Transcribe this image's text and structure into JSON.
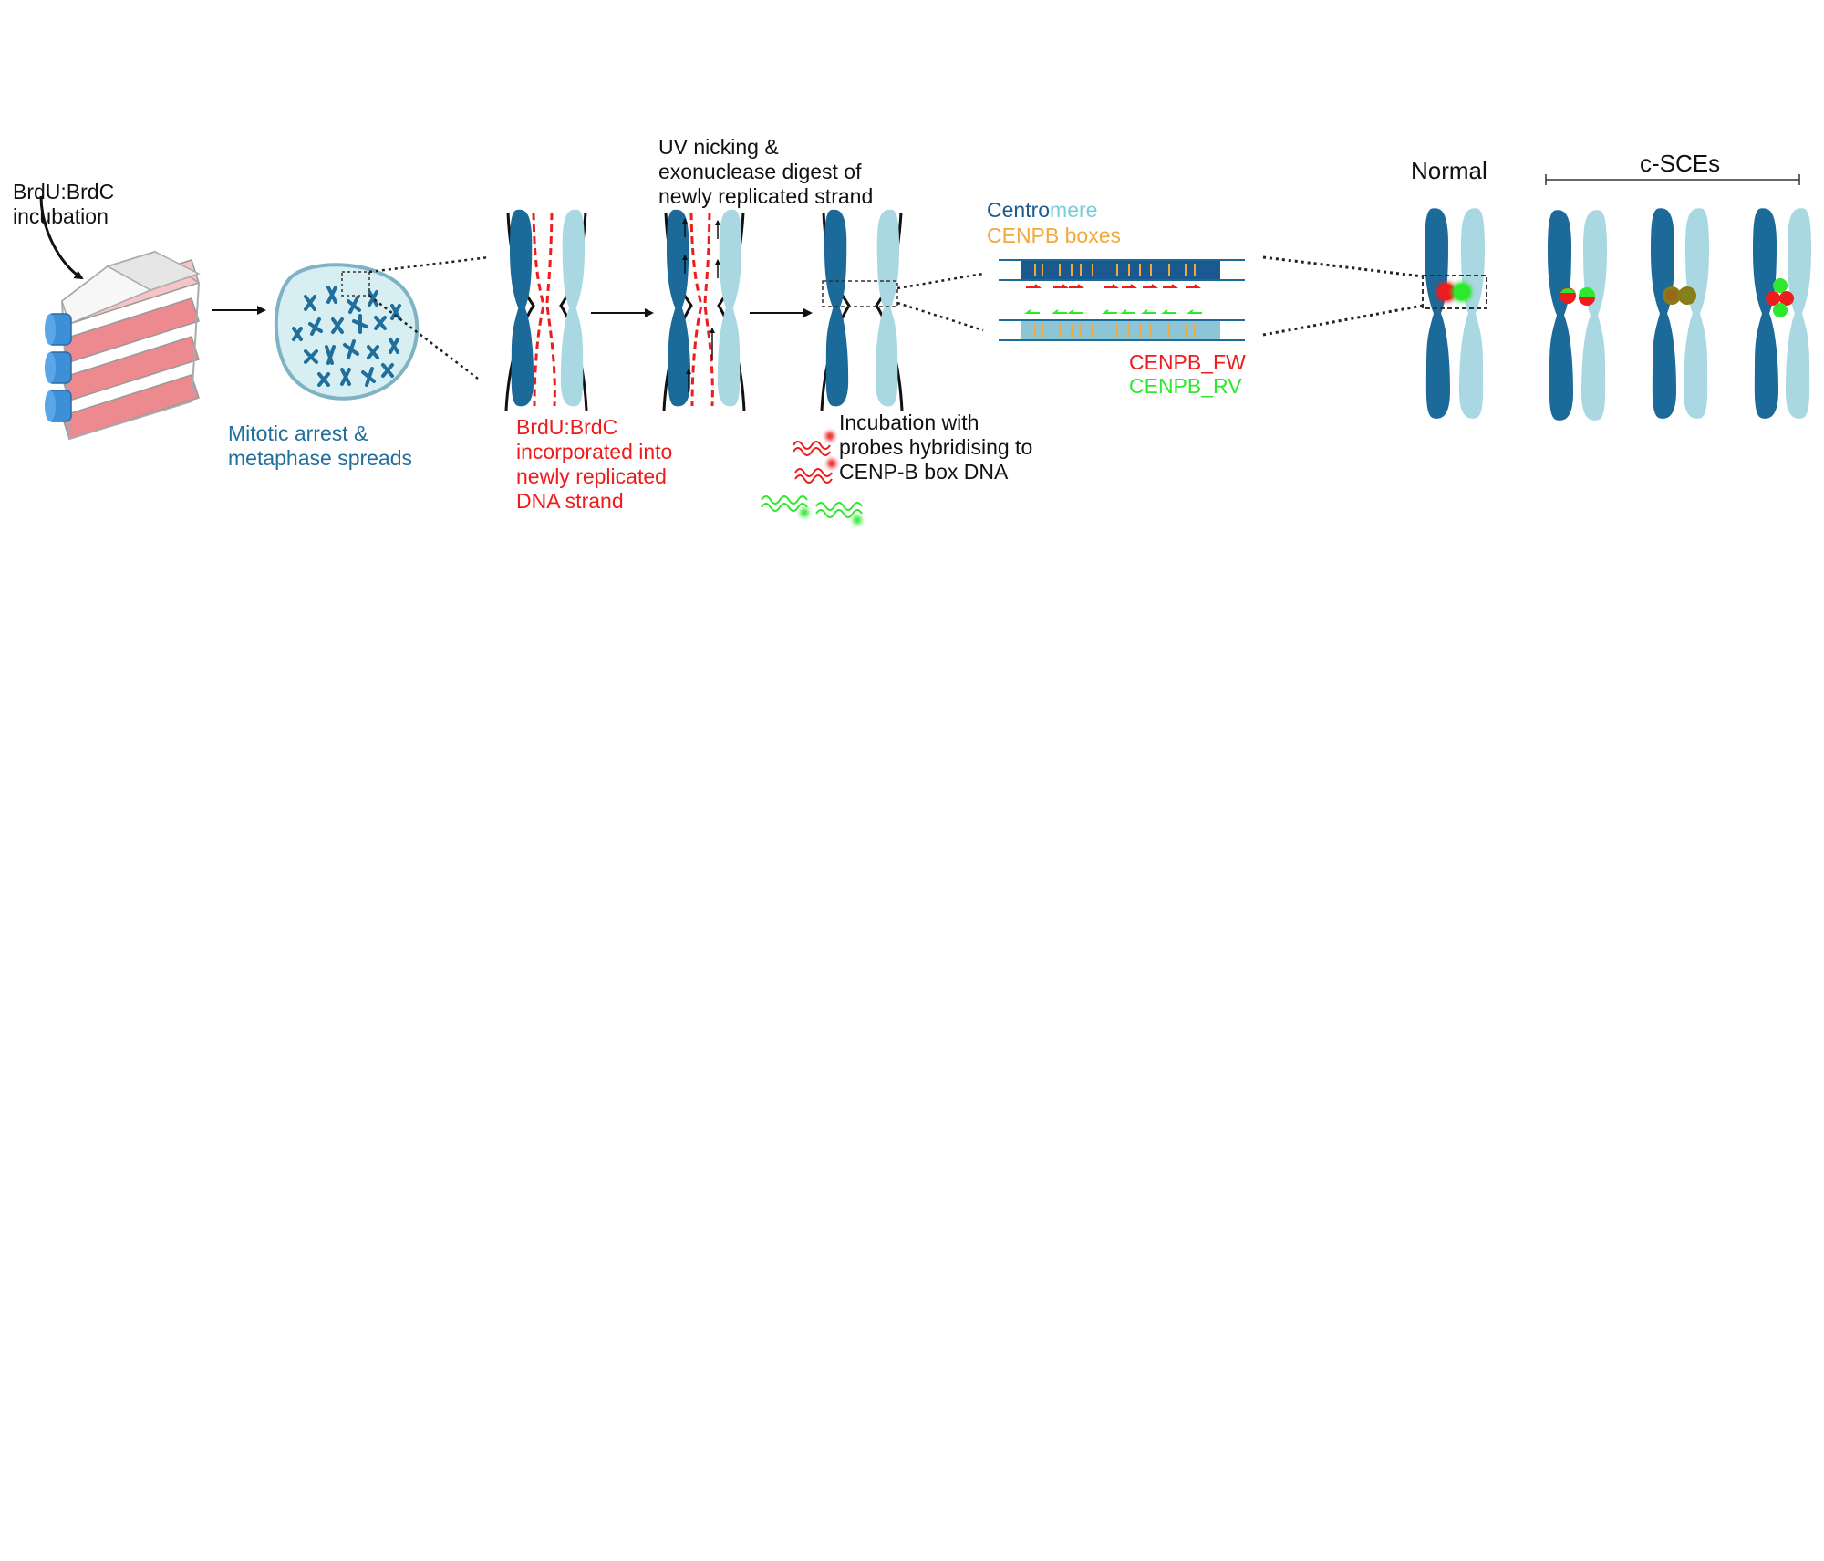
{
  "colors": {
    "dark_blue": "#1b6a99",
    "light_blue": "#a9d8e2",
    "red": "#ee1c1c",
    "green": "#2ee82e",
    "orange": "#f2a93b",
    "flask_pink": "#ec8a8f",
    "cap_blue": "#3d8fd6"
  },
  "steps": {
    "incubation": "BrdU:BrdC\nincubation",
    "mitotic": "Mitotic arrest &\nmetaphase spreads",
    "brdu_incorporated": "BrdU:BrdC\nincorporated into\nnewly replicated\nDNA strand",
    "uv_nicking": "UV nicking &\nexonuclease digest of\nnewly replicated strand",
    "probe_incubation": "Incubation with\nprobes hybridising to\nCENP-B box DNA"
  },
  "legend": {
    "centro_part1": "Centro",
    "centro_part2": "mere",
    "cenpb_boxes": "CENPB boxes",
    "fw_probe": "CENPB_FW",
    "rv_probe": "CENPB_RV"
  },
  "outcomes": {
    "normal": "Normal",
    "csce": "c-SCEs"
  },
  "icons": [
    "flask-stack-icon",
    "metaphase-cell-icon",
    "chromosome-icon",
    "probe-squiggle-icon",
    "arrow-icon"
  ]
}
